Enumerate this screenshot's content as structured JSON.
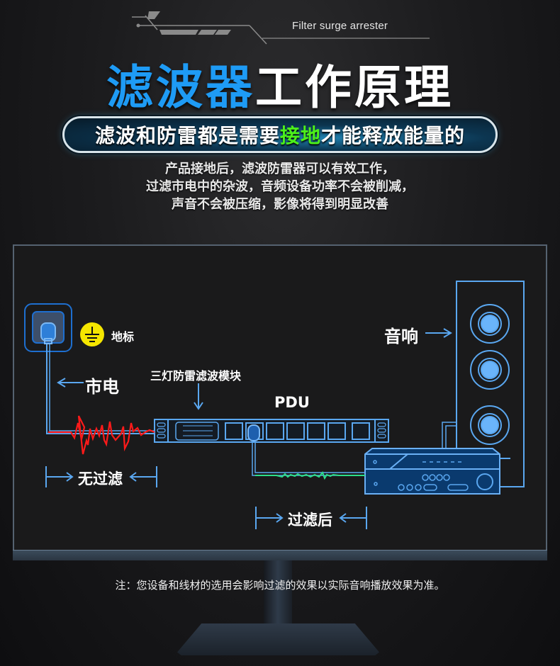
{
  "header": {
    "subtitle": "Filter surge arrester",
    "title_blue": "滤波器",
    "title_white": "工作原理",
    "banner": {
      "before": "滤波和防雷都是需要",
      "highlight": "接地",
      "after": "才能释放能量的"
    },
    "description": [
      "产品接地后，滤波防雷器可以有效工作，",
      "过滤市电中的杂波，音频设备功率不会被削减，",
      "声音不会被压缩，影像将得到明显改善"
    ]
  },
  "diagram": {
    "ground_label": "地标",
    "mains_label": "市电",
    "module_label": "三灯防雷滤波模块",
    "pdu_label": "PDU",
    "speaker_label": "音响",
    "unfiltered_label": "无过滤",
    "filtered_label": "过滤后"
  },
  "footer": {
    "note": "注：您设备和线材的选用会影响过滤的效果以实际音响播放效果为准。"
  },
  "colors": {
    "accent_blue": "#1e9bf5",
    "line_blue": "#5aa7f0",
    "highlight_green": "#4cf01a",
    "noise_red": "#ff1a1a",
    "clean_green": "#2de08a",
    "ground_yellow": "#f5e600"
  }
}
